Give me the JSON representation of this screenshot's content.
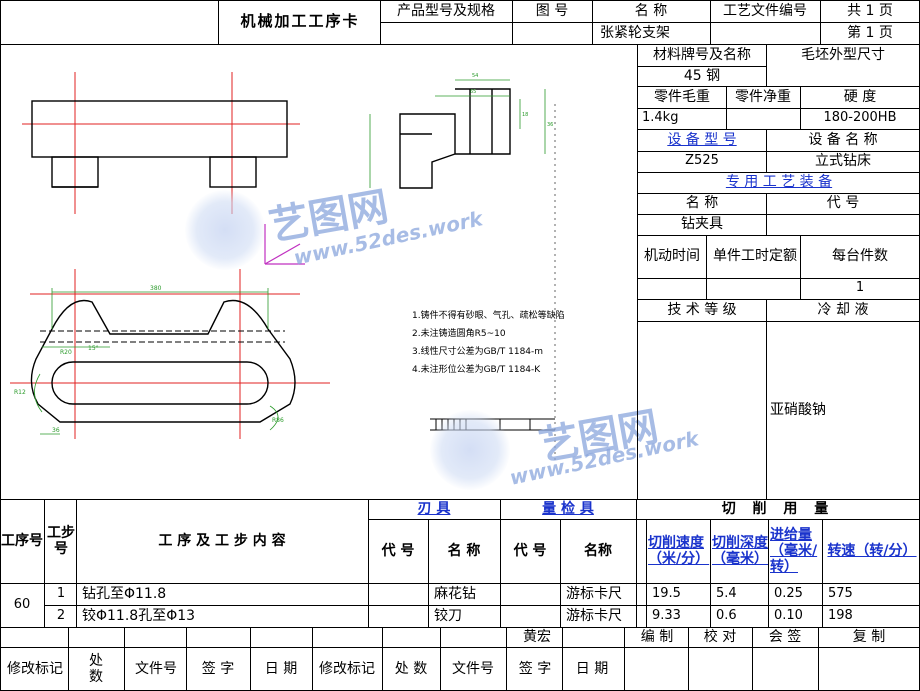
{
  "header": {
    "card_title": "机械加工工序卡",
    "product_model_label": "产品型号及规格",
    "drawing_no_label": "图    号",
    "name_label": "名    称",
    "doc_no_label": "工艺文件编号",
    "total_pages": "共 1 页",
    "part_name": "张紧轮支架",
    "page_no": "第 1 页"
  },
  "right_panel": {
    "material_label": "材料牌号及名称",
    "blank_label": "毛坯外型尺寸",
    "material": "45 钢",
    "gross_weight_label": "零件毛重",
    "net_weight_label": "零件净重",
    "hardness_label": "硬 度",
    "gross_weight": "1.4kg",
    "hardness": "180-200HB",
    "equipment_model_label": "设 备 型 号",
    "equipment_name_label": "设 备 名 称",
    "equipment_model": "Z525",
    "equipment_name": "立式钻床",
    "special_equipment_label": "专 用 工 艺 装 备",
    "fixture_name_label": "名    称",
    "fixture_code_label": "代    号",
    "fixture": "钻夹具",
    "machine_time_label": "机动时间",
    "unit_time_label": "单件工时定额",
    "pieces_label": "每台件数",
    "pieces": "1",
    "tech_grade_label": "技 术 等 级",
    "coolant_label": "冷 却 液",
    "coolant": "亚硝酸钠"
  },
  "drawing": {
    "notes": [
      "1.铸件不得有砂眼、气孔、疏松等缺陷",
      "2.未注铸造圆角R5~10",
      "3.线性尺寸公差为GB/T 1184-m",
      "4.未注形位公差为GB/T 1184-K"
    ],
    "dims": [
      "380",
      "54",
      "65",
      "18",
      "36",
      "R12",
      "R20",
      "R86",
      "36",
      "15°"
    ]
  },
  "table": {
    "op_no_label": "工序号",
    "step_no_label": "工步号",
    "step_content_label": "工 序 及 工 步 内 容",
    "blade_label": "刃    具",
    "gauge_label": "量 检 具",
    "cutting_label": "切 削 用 量",
    "code_label": "代 号",
    "name_label": "名 称",
    "code_label2": "代 号",
    "name_label2": "名称",
    "speed_label": "切削速度（米/分）",
    "depth_label": "切削深度（毫米）",
    "feed_label": "进给量（毫米/转）",
    "rpm_label": "转速（转/分）",
    "op_no": "60",
    "rows": [
      {
        "step": "1",
        "content": "钻孔至Φ11.8",
        "tool": "麻花钻",
        "gauge": "游标卡尺",
        "speed": "19.5",
        "depth": "5.4",
        "feed": "0.25",
        "rpm": "575"
      },
      {
        "step": "2",
        "content": "铰Φ11.8孔至Φ13",
        "tool": "铰刀",
        "gauge": "游标卡尺",
        "speed": "9.33",
        "depth": "0.6",
        "feed": "0.10",
        "rpm": "198"
      }
    ]
  },
  "footer": {
    "author": "黄宏",
    "compile_label": "编  制",
    "check_label": "校 对",
    "sign_label": "会 签",
    "review_label": "复  制",
    "change_mark": "修改标记",
    "count": "处数",
    "doc_no": "文件号",
    "signature": "签 字",
    "date": "日 期",
    "change_mark2": "修改标记",
    "count2": "处 数",
    "doc_no2": "文件号",
    "signature2": "签 字",
    "date2": "日 期"
  },
  "watermark": {
    "brand": "艺图网",
    "url": "www.52des.work"
  }
}
